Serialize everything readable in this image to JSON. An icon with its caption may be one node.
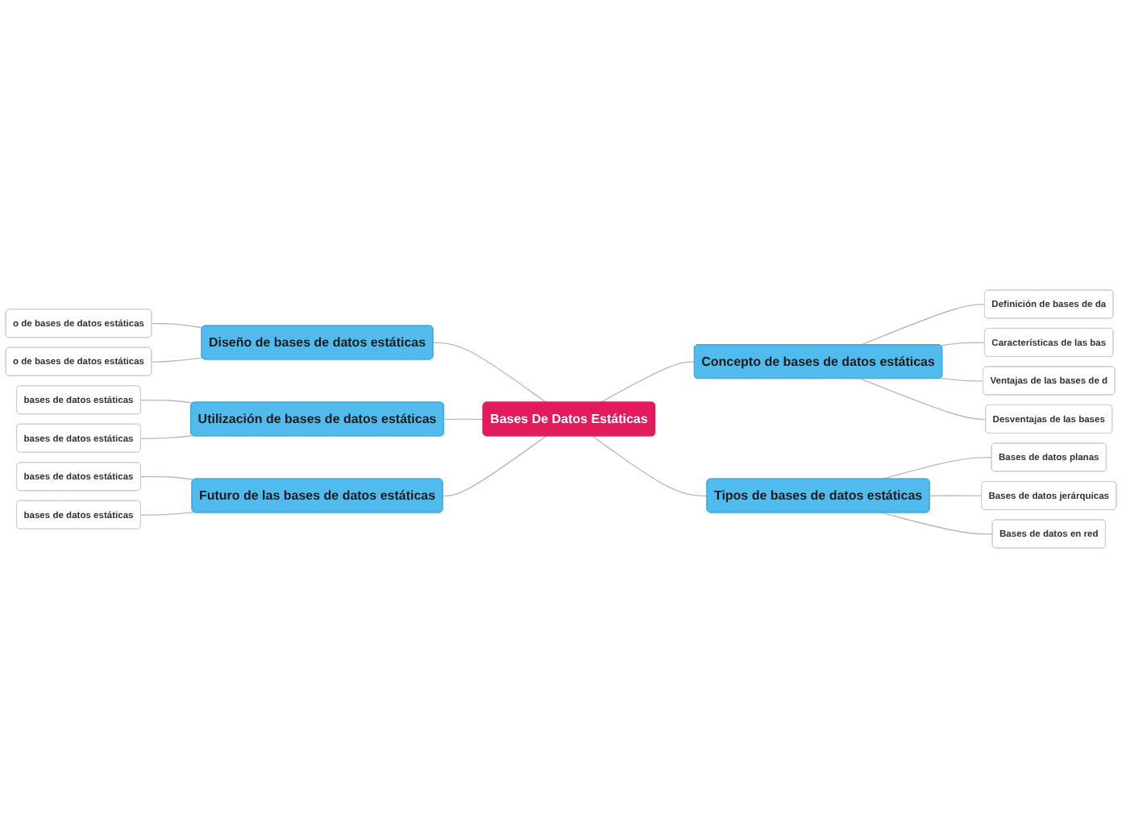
{
  "diagram": {
    "nodes": [
      {
        "text": [
          "Bases De Datos Estáticas"
        ]
      },
      {
        "text": [
          "Diseño de bases de datos estáticas"
        ]
      },
      {
        "text": [
          "o de bases de datos estáticas"
        ]
      },
      {
        "text": [
          "o de bases de datos estáticas"
        ]
      },
      {
        "text": [
          "Utilización de bases de datos estáticas"
        ]
      },
      {
        "text": [
          "bases de datos estáticas"
        ]
      },
      {
        "text": [
          "bases de datos estáticas"
        ]
      },
      {
        "text": [
          "Futuro de las bases de datos estáticas"
        ]
      },
      {
        "text": [
          "bases de datos estáticas"
        ]
      },
      {
        "text": [
          "bases de datos estáticas"
        ]
      },
      {
        "text": [
          "Concepto de bases de datos estáticas"
        ]
      },
      {
        "text": [
          "Definición de bases de da"
        ]
      },
      {
        "text": [
          "Características de las bas"
        ]
      },
      {
        "text": [
          "Ventajas de las bases de d"
        ]
      },
      {
        "text": [
          "Desventajas de las bases"
        ]
      },
      {
        "text": [
          "Tipos de bases de datos estáticas"
        ]
      },
      {
        "text": [
          "Bases de datos planas"
        ]
      },
      {
        "text": [
          "Bases de datos jerárquicas"
        ]
      },
      {
        "text": [
          "Bases de datos en red"
        ]
      }
    ],
    "edges": [
      {
        "from": 0,
        "to": 1,
        "arrow": "none"
      },
      {
        "from": 1,
        "to": 2,
        "arrow": "none"
      },
      {
        "from": 1,
        "to": 3,
        "arrow": "none"
      },
      {
        "from": 0,
        "to": 4,
        "arrow": "none"
      },
      {
        "from": 4,
        "to": 5,
        "arrow": "none"
      },
      {
        "from": 4,
        "to": 6,
        "arrow": "none"
      },
      {
        "from": 0,
        "to": 7,
        "arrow": "none"
      },
      {
        "from": 7,
        "to": 8,
        "arrow": "none"
      },
      {
        "from": 7,
        "to": 9,
        "arrow": "none"
      },
      {
        "from": 0,
        "to": 10,
        "arrow": "none"
      },
      {
        "from": 10,
        "to": 11,
        "arrow": "none"
      },
      {
        "from": 10,
        "to": 12,
        "arrow": "none"
      },
      {
        "from": 10,
        "to": 13,
        "arrow": "none"
      },
      {
        "from": 10,
        "to": 14,
        "arrow": "none"
      },
      {
        "from": 0,
        "to": 15,
        "arrow": "none"
      },
      {
        "from": 15,
        "to": 16,
        "arrow": "none"
      },
      {
        "from": 15,
        "to": 17,
        "arrow": "none"
      },
      {
        "from": 15,
        "to": 18,
        "arrow": "none"
      }
    ]
  }
}
